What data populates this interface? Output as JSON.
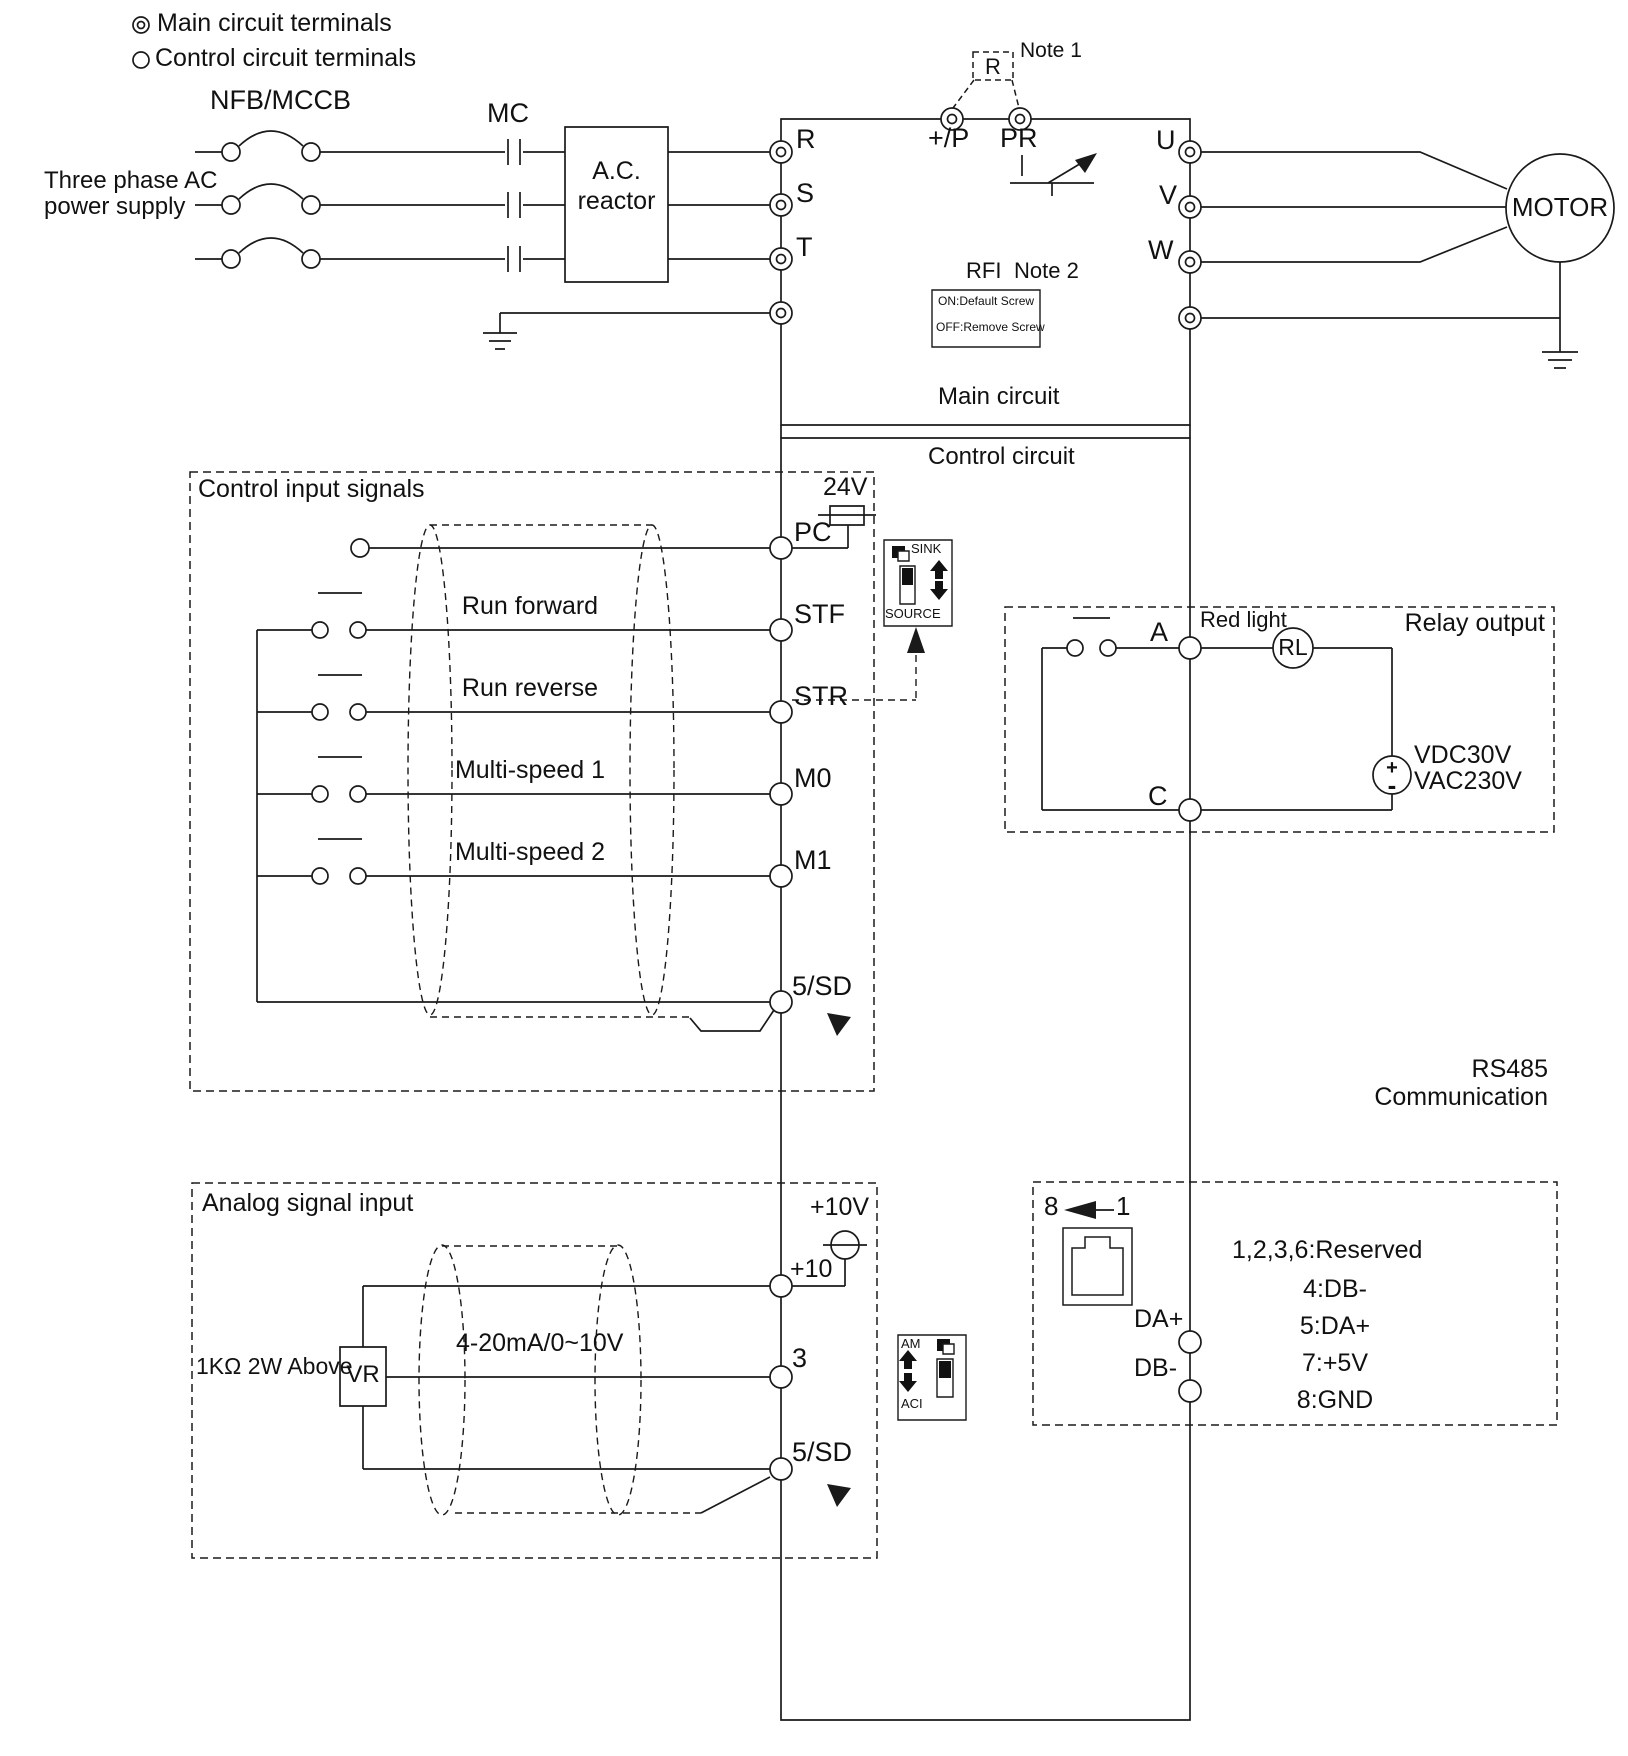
{
  "legend": {
    "main": "Main circuit terminals",
    "control": "Control circuit terminals"
  },
  "power": {
    "breaker": "NFB/MCCB",
    "contactor": "MC",
    "supply1": "Three phase AC",
    "supply2": "power supply",
    "reactor1": "A.C.",
    "reactor2": "reactor"
  },
  "main_circuit": {
    "label": "Main circuit",
    "r": "R",
    "s": "S",
    "t": "T",
    "u": "U",
    "v": "V",
    "w": "W",
    "plus_p": "+/P",
    "pr": "PR",
    "brake_resistor": "R",
    "note1": "Note 1",
    "rfi": "RFI",
    "note2": "Note 2",
    "screw_on": "ON:Default Screw",
    "screw_off": "OFF:Remove Screw",
    "motor": "MOTOR"
  },
  "control_circuit": {
    "label": "Control circuit"
  },
  "control_inputs": {
    "title": "Control input signals",
    "supply": "24V",
    "pc": "PC",
    "rows": [
      {
        "label": "Run forward",
        "terminal": "STF"
      },
      {
        "label": "Run reverse",
        "terminal": "STR"
      },
      {
        "label": "Multi-speed 1",
        "terminal": "M0"
      },
      {
        "label": "Multi-speed 2",
        "terminal": "M1"
      }
    ],
    "common": "5/SD"
  },
  "sink_source": {
    "sink": "SINK",
    "source": "SOURCE"
  },
  "relay": {
    "title": "Relay output",
    "a": "A",
    "c": "C",
    "red_light": "Red light",
    "rl": "RL",
    "plus": "+",
    "minus": "-",
    "vdc": "VDC30V",
    "vac": "VAC230V"
  },
  "analog": {
    "title": "Analog signal input",
    "v10": "+10V",
    "t10": "+10",
    "t3": "3",
    "sd": "5/SD",
    "vr": "VR",
    "pot_note": "1KΩ 2W Above",
    "signal_range": "4-20mA/0~10V",
    "am": "AM",
    "aci": "ACI"
  },
  "rs485": {
    "title1": "RS485",
    "title2": "Communication",
    "pin8": "8",
    "pin1": "1",
    "da": "DA+",
    "db": "DB-",
    "pins": [
      "1,2,3,6:Reserved",
      "4:DB-",
      "5:DA+",
      "7:+5V",
      "8:GND"
    ]
  }
}
